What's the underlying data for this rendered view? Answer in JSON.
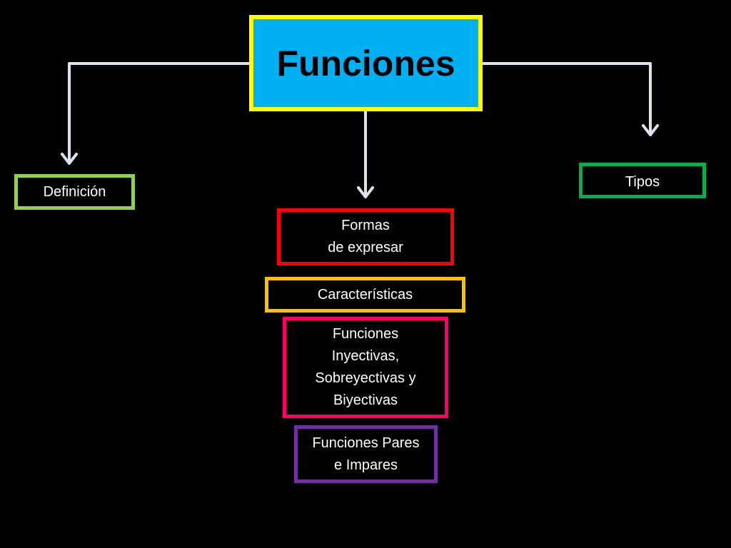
{
  "diagram": {
    "root": {
      "label": "Funciones"
    },
    "branches": {
      "definicion": {
        "label": "Definición"
      },
      "tipos": {
        "label": "Tipos"
      },
      "formas": {
        "label": "Formas\nde expresar"
      },
      "caracteristicas": {
        "label": "Características"
      },
      "inyectivas": {
        "label": "Funciones\nInyectivas,\nSobreyectivas y\nBiyectivas"
      },
      "pares": {
        "label": "Funciones Pares\ne Impares"
      }
    },
    "colors": {
      "background": "#000000",
      "root_fill": "#00b0f0",
      "root_border": "#ffff00",
      "connector": "#dde3ec",
      "definicion_border": "#92d050",
      "tipos_border": "#00b050",
      "formas_border": "#ff0000",
      "caracteristicas_border": "#ffc000",
      "inyectivas_border": "#ff0066",
      "pares_border": "#7030a0"
    }
  }
}
